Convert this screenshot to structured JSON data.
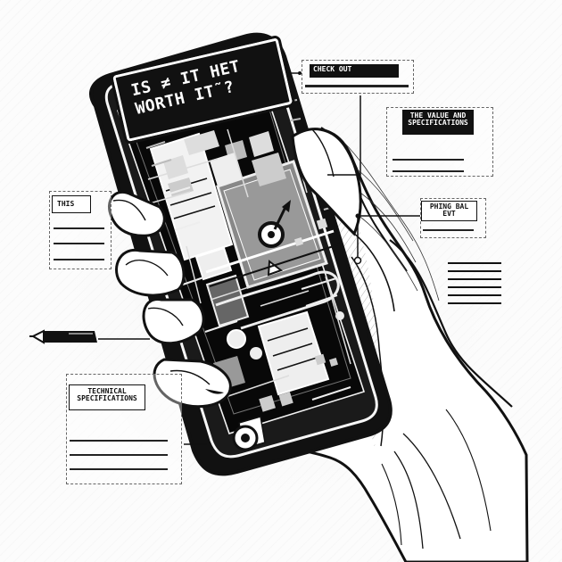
{
  "title_lines": [
    "IS ≠ IT HET",
    "WORTH IT˜?"
  ],
  "callouts": {
    "check_out": "CHECK OUT",
    "values": "THE VALUE AND SPECIFICATIONS",
    "this": "THIS",
    "phone": "PHING BAL EVT",
    "technical": "TECHNICAL SPECIFICATIONS"
  },
  "colors": {
    "ink": "#111111",
    "paper": "#fcfcfc",
    "skin": "#ffffff"
  }
}
